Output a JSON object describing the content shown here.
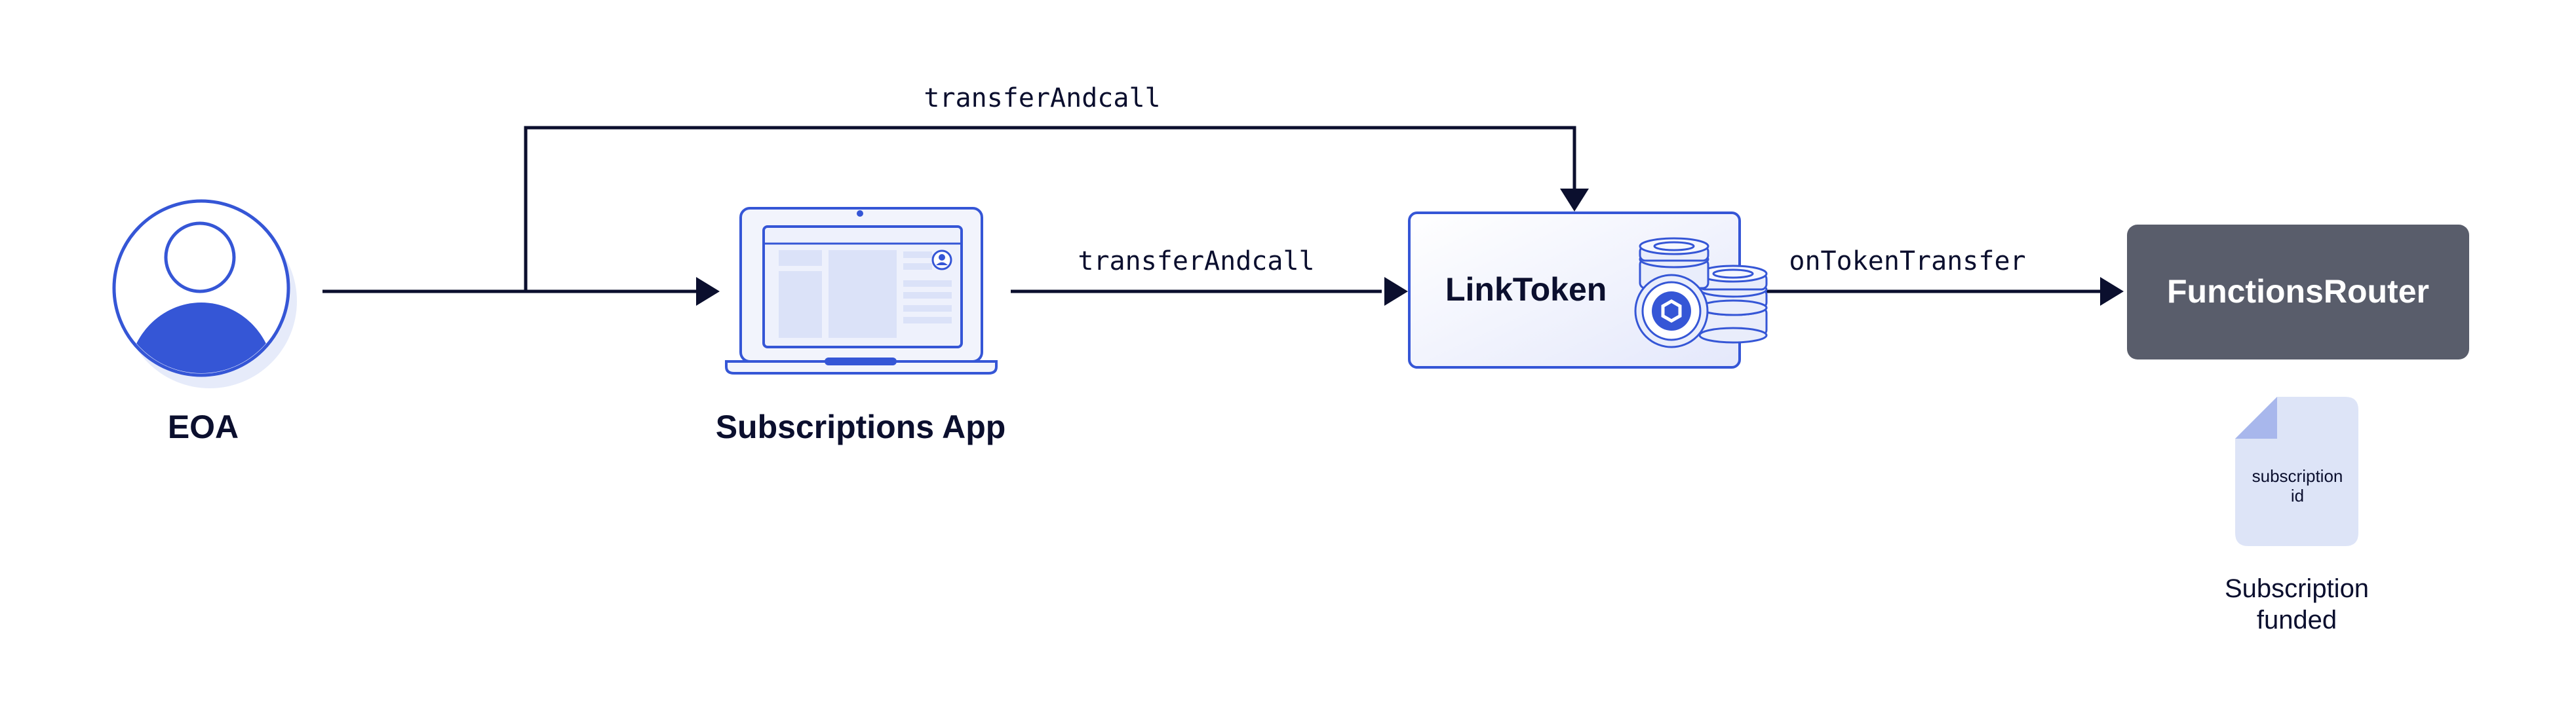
{
  "nodes": {
    "eoa": {
      "label": "EOA"
    },
    "subscriptions_app": {
      "label": "Subscriptions App"
    },
    "link_token": {
      "label": "LinkToken"
    },
    "functions_router": {
      "label": "FunctionsRouter"
    }
  },
  "edges": {
    "eoa_to_link_token": {
      "label": "transferAndcall"
    },
    "app_to_link_token": {
      "label": "transferAndcall"
    },
    "link_token_to_router": {
      "label": "onTokenTransfer"
    }
  },
  "document": {
    "line1": "subscription",
    "line2": "id"
  },
  "caption": {
    "line1": "Subscription",
    "line2": "funded"
  },
  "colors": {
    "ink": "#0b0f2e",
    "accent": "#3556d6",
    "accent_light": "#e6ebfa",
    "router_fill": "#595d6b",
    "doc_fill": "#dde4f7",
    "doc_fold": "#a8b7ec"
  }
}
